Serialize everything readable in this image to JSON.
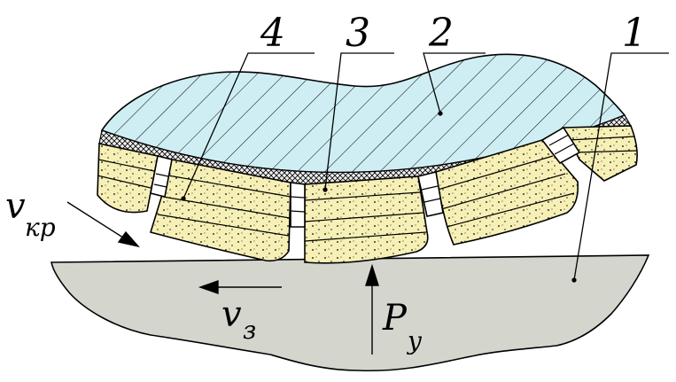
{
  "labels": {
    "part_1": "1",
    "part_2": "2",
    "part_3": "3",
    "part_4": "4",
    "v_kr_main": "v",
    "v_kr_sub": "кр",
    "v_z_main": "v",
    "v_z_sub": "з",
    "p_y_main": "P",
    "p_y_sub": "y"
  },
  "colors": {
    "workpiece": "#d4d6ce",
    "wheel_body": "#cfeef4",
    "abrasive_segment": "#f7f0b6",
    "bond_layer": "#efefef",
    "outline": "#000000"
  }
}
